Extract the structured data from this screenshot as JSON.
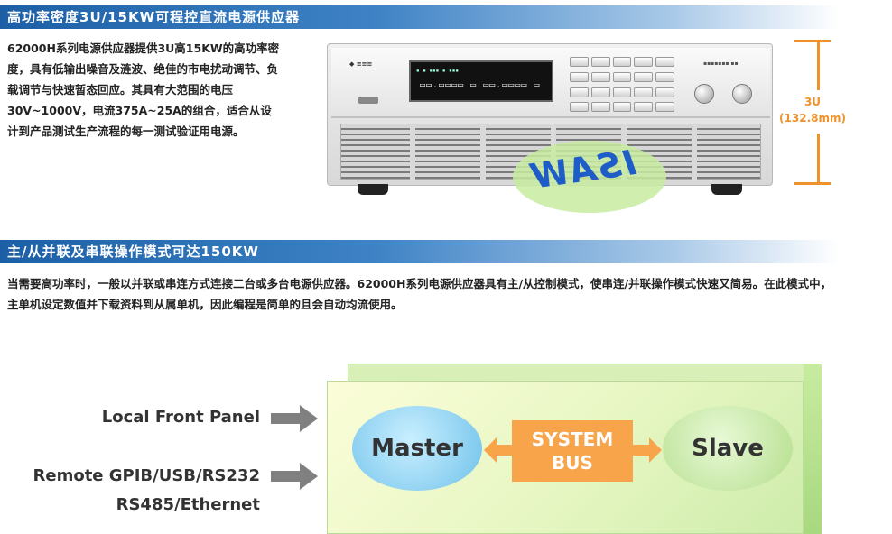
{
  "section1": {
    "title": "高功率密度3U/15KW可程控直流电源供应器",
    "paragraph": "62000H系列电源供应器提供3U高15KW的高功率密度，具有低输出噪音及涟波、绝佳的市电扰动调节、负载调节与快速暂态回应。其具有大范围的电压30V~1000V，电流375A~25A的组合，适合从设计到产品测试生产流程的每一测试验证用电源。"
  },
  "dimension": {
    "units": "3U",
    "mm": "(132.8mm)"
  },
  "watermark": {
    "text": "ISAW",
    "color": "#1e5cc8"
  },
  "section2": {
    "title": "主/从并联及串联操作模式可达150KW",
    "paragraph": "当需要高功率时，一般以并联或串连方式连接二台或多台电源供应器。62000H系列电源供应器具有主/从控制模式，使串连/并联操作模式快速又简易。在此模式中，主单机设定数值并下载资料到从属单机，因此编程是简单的且会自动均流使用。"
  },
  "diagram": {
    "input_local": "Local Front Panel",
    "input_remote_line1": "Remote GPIB/USB/RS232",
    "input_remote_line2": "RS485/Ethernet",
    "master": "Master",
    "bus_line1": "SYSTEM",
    "bus_line2": "BUS",
    "slave": "Slave"
  },
  "colors": {
    "header_blue": "#1c5fa6",
    "dimension_orange": "#f0922b",
    "bus_orange": "#f7a44a",
    "master_blue": "#6fc1ea",
    "slave_green": "#b4de8c"
  }
}
